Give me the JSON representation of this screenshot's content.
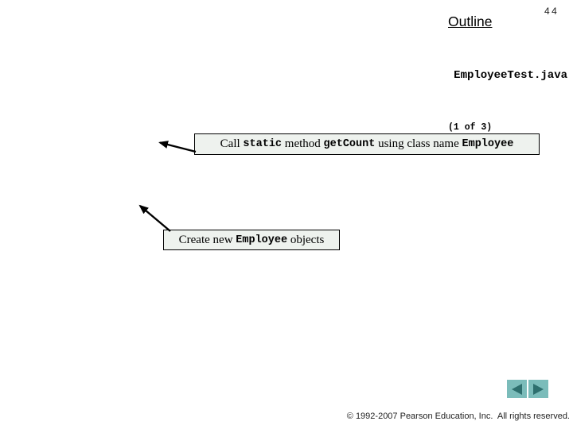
{
  "slide": {
    "page_number": "44",
    "title": "Outline",
    "document_label": "EmployeeTest.java",
    "sheet_label": "(1 of 3)",
    "callout_getcount": {
      "segments": [
        {
          "text": "Call ",
          "style": "serif"
        },
        {
          "text": "static",
          "style": "code"
        },
        {
          "text": " method ",
          "style": "serif"
        },
        {
          "text": "getCount",
          "style": "code"
        },
        {
          "text": " using class name ",
          "style": "serif"
        },
        {
          "text": "Employee",
          "style": "code"
        }
      ]
    },
    "callout_create_objects": {
      "segments": [
        {
          "text": "Create new ",
          "style": "serif"
        },
        {
          "text": "Employee",
          "style": "code"
        },
        {
          "text": " objects",
          "style": "serif"
        }
      ]
    },
    "nav": {
      "back_icon": "back-triangle-icon",
      "forward_icon": "forward-triangle-icon"
    },
    "footer_copyright": "© 1992-2007 Pearson Education, Inc.  All rights reserved.",
    "colors": {
      "callout_bg": "#eef2ee",
      "callout_border": "#000000",
      "nav_button_bg": "#7bbcba",
      "nav_triangle": "#2e6f6e"
    }
  }
}
